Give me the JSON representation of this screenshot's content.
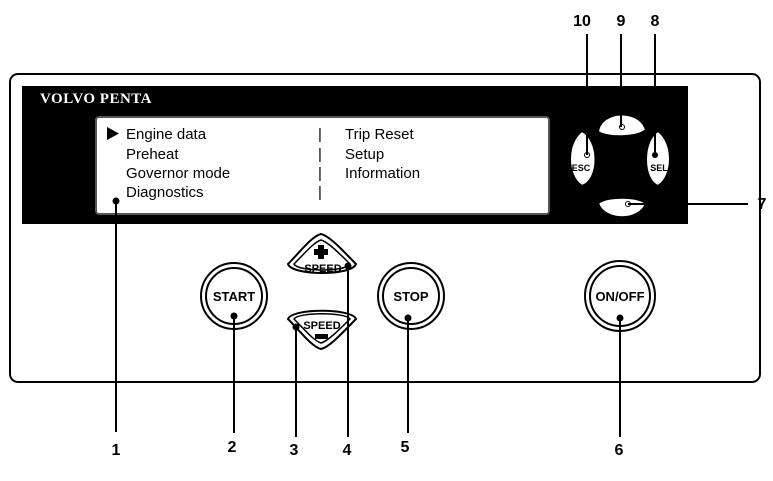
{
  "panel": {
    "brand": "VOLVO PENTA"
  },
  "display": {
    "cursor": "▶",
    "left_items": [
      "Engine data",
      "Preheat",
      "Governor mode",
      "Diagnostics"
    ],
    "separator": "|",
    "right_items": [
      "Trip Reset",
      "Setup",
      "Information"
    ]
  },
  "buttons": {
    "start": "START",
    "stop": "STOP",
    "on_off": "ON/OFF",
    "speed_up": "SPEED",
    "speed_down": "SPEED",
    "esc": "ESC",
    "sel": "SEL"
  },
  "callouts": [
    "1",
    "2",
    "3",
    "4",
    "5",
    "6",
    "7",
    "8",
    "9",
    "10"
  ]
}
